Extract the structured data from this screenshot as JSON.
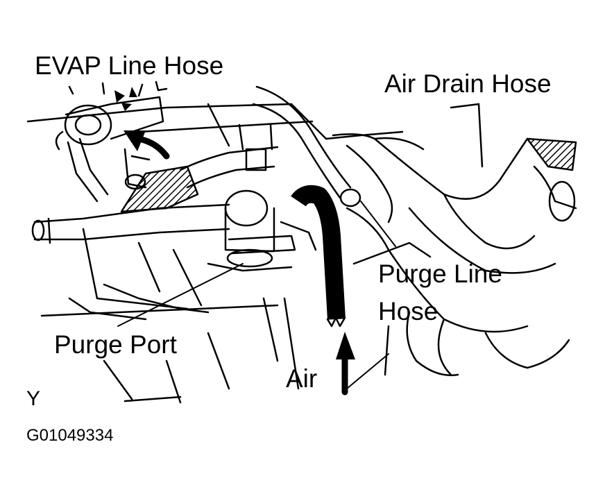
{
  "labels": {
    "evap_line_hose": "EVAP Line Hose",
    "air_drain_hose": "Air Drain Hose",
    "purge_line_hose_line1": "Purge Line",
    "purge_line_hose_line2": "Hose",
    "purge_port": "Purge Port",
    "air": "Air",
    "view_letter": "Y",
    "figure_id": "G01049334"
  },
  "colors": {
    "ink": "#000000",
    "paper": "#ffffff"
  }
}
